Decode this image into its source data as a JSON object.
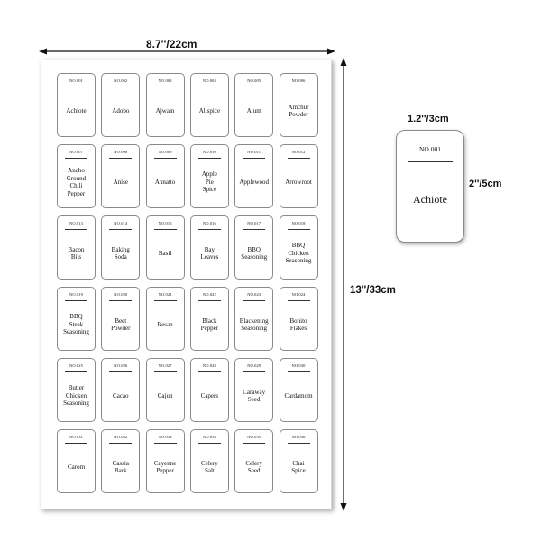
{
  "dimensions": {
    "sheet_width": "8.7''/22cm",
    "sheet_height": "13''/33cm",
    "single_width": "1.2''/3cm",
    "single_height": "2''/5cm"
  },
  "single_label": {
    "number": "NO.001",
    "name": "Achiote"
  },
  "labels": [
    {
      "number": "NO.001",
      "name": "Achiote"
    },
    {
      "number": "NO.002",
      "name": "Adobo"
    },
    {
      "number": "NO.003",
      "name": "Ajwain"
    },
    {
      "number": "NO.004",
      "name": "Allspice"
    },
    {
      "number": "NO.005",
      "name": "Alum"
    },
    {
      "number": "NO.006",
      "name": "Amchur\nPowder"
    },
    {
      "number": "NO.007",
      "name": "Ancho\nGround\nChili\nPepper"
    },
    {
      "number": "NO.008",
      "name": "Anise"
    },
    {
      "number": "NO.009",
      "name": "Annatto"
    },
    {
      "number": "NO.010",
      "name": "Apple\nPie\nSpice"
    },
    {
      "number": "NO.011",
      "name": "Applewood"
    },
    {
      "number": "NO.012",
      "name": "Arrowroot"
    },
    {
      "number": "NO.013",
      "name": "Bacon\nBits"
    },
    {
      "number": "NO.014",
      "name": "Baking\nSoda"
    },
    {
      "number": "NO.015",
      "name": "Basil"
    },
    {
      "number": "NO.016",
      "name": "Bay\nLeaves"
    },
    {
      "number": "NO.017",
      "name": "BBQ\nSeasoning"
    },
    {
      "number": "NO.018",
      "name": "BBQ\nChicken\nSeasoning"
    },
    {
      "number": "NO.019",
      "name": "BBQ\nSteak\nSeasoning"
    },
    {
      "number": "NO.020",
      "name": "Beet\nPowder"
    },
    {
      "number": "NO.021",
      "name": "Besan"
    },
    {
      "number": "NO.022",
      "name": "Black\nPepper"
    },
    {
      "number": "NO.023",
      "name": "Blackening\nSeasoning"
    },
    {
      "number": "NO.024",
      "name": "Bonito\nFlakes"
    },
    {
      "number": "NO.025",
      "name": "Butter\nChicken\nSeasoning"
    },
    {
      "number": "NO.026",
      "name": "Cacao"
    },
    {
      "number": "NO.027",
      "name": "Cajun"
    },
    {
      "number": "NO.028",
      "name": "Capers"
    },
    {
      "number": "NO.029",
      "name": "Caraway\nSeed"
    },
    {
      "number": "NO.030",
      "name": "Cardamom"
    },
    {
      "number": "NO.031",
      "name": "Carom"
    },
    {
      "number": "NO.032",
      "name": "Cassia\nBark"
    },
    {
      "number": "NO.033",
      "name": "Cayenne\nPepper"
    },
    {
      "number": "NO.034",
      "name": "Celery\nSalt"
    },
    {
      "number": "NO.035",
      "name": "Celery\nSeed"
    },
    {
      "number": "NO.036",
      "name": "Chai\nSpice"
    }
  ]
}
